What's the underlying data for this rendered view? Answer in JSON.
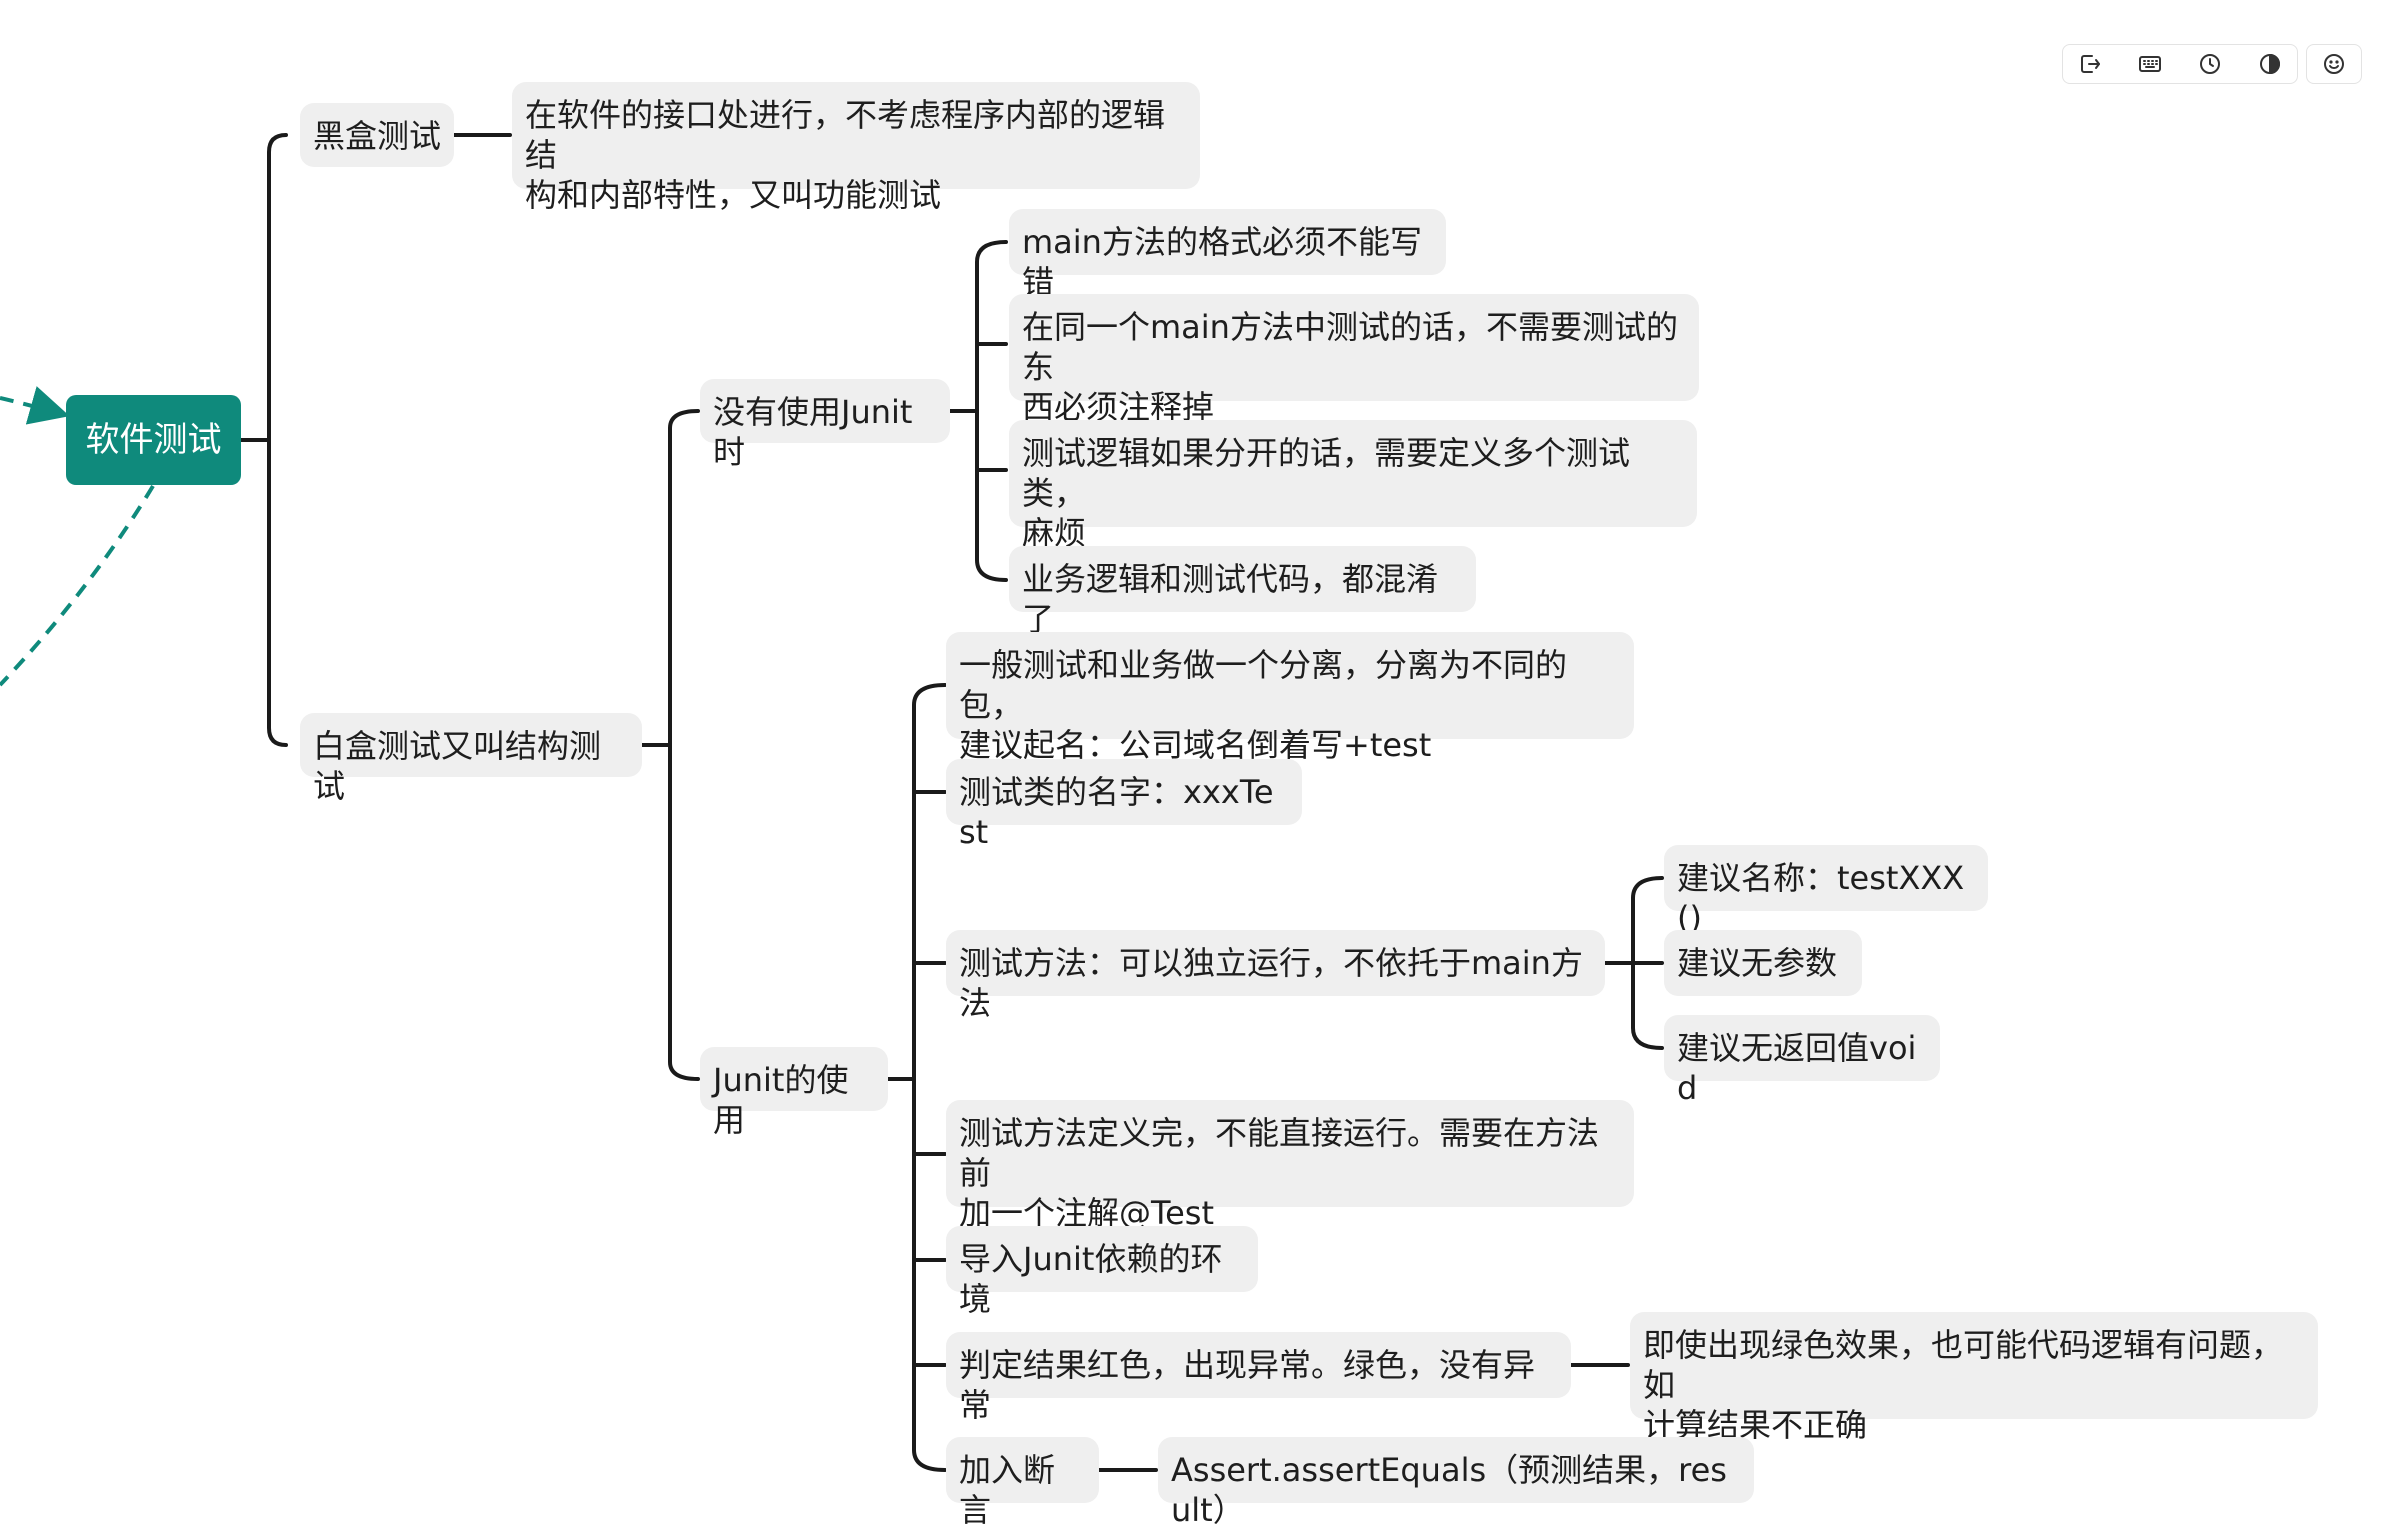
{
  "mindmap": {
    "root": {
      "label": "软件测试"
    },
    "branches": {
      "blackbox": {
        "label": "黑盒测试",
        "desc": "在软件的接口处进行，不考虑程序内部的逻辑结\n构和内部特性，又叫功能测试"
      },
      "whitebox": {
        "label": "白盒测试又叫结构测试",
        "no_junit": {
          "label": "没有使用Junit时",
          "items": [
            "main方法的格式必须不能写错",
            "在同一个main方法中测试的话，不需要测试的东\n西必须注释掉",
            "测试逻辑如果分开的话，需要定义多个测试类，\n麻烦",
            "业务逻辑和测试代码，都混淆了"
          ]
        },
        "junit": {
          "label": "Junit的使用",
          "items": [
            "一般测试和业务做一个分离，分离为不同的包，\n建议起名：公司域名倒着写+test",
            "测试类的名字：xxxTest",
            "测试方法：可以独立运行，不依托于main方法",
            "测试方法定义完，不能直接运行。需要在方法前\n加一个注解@Test",
            "导入Junit依赖的环境",
            "判定结果红色，出现异常。绿色，没有异常",
            "加入断言"
          ],
          "method_sub": [
            "建议名称：testXXX()",
            "建议无参数",
            "建议无返回值void"
          ],
          "result_sub": "即使出现绿色效果，也可能代码逻辑有问题，如\n计算结果不正确",
          "assert_sub": "Assert.assertEquals（预测结果，result）"
        }
      }
    }
  },
  "toolbar": {
    "icons": [
      "export-icon",
      "keyboard-icon",
      "history-icon",
      "contrast-icon",
      "smiley-icon"
    ]
  },
  "colors": {
    "root_bg": "#0f8a7c",
    "node_bg": "#efefef",
    "edge": "#1a1a1a",
    "dashed": "#0f8a7c"
  }
}
